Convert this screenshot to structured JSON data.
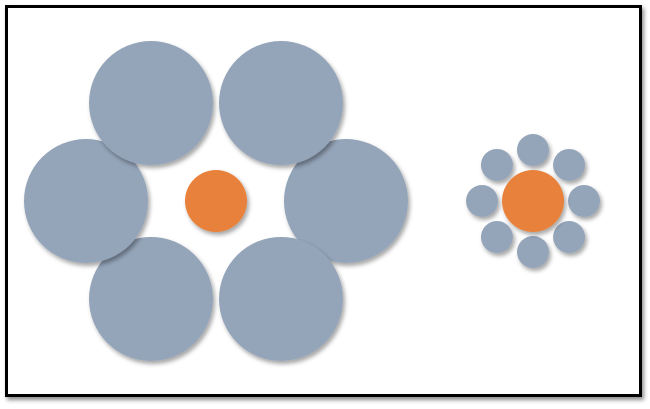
{
  "colors": {
    "surround_circle": "#94A4B9",
    "target_circle": "#E8813A",
    "frame": "#000000",
    "background": "#FFFFFF"
  },
  "figures": [
    {
      "name": "large-surround-group",
      "surround_count": 6,
      "surround_size": "large",
      "target_size": "medium"
    },
    {
      "name": "small-surround-group",
      "surround_count": 8,
      "surround_size": "small",
      "target_size": "medium"
    }
  ]
}
